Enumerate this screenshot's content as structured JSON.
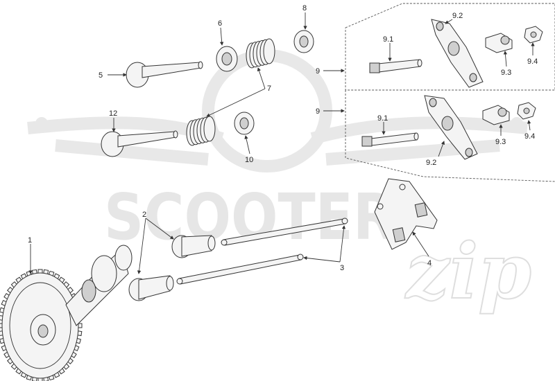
{
  "watermark": {
    "brand": "SCOOTER",
    "script": "zip"
  },
  "labels": {
    "p1": "1",
    "p2": "2",
    "p3": "3",
    "p4": "4",
    "p5": "5",
    "p6": "6",
    "p7": "7",
    "p8": "8",
    "p9a": "9",
    "p9b": "9",
    "p91a": "9.1",
    "p92a": "9.2",
    "p93a": "9.3",
    "p94a": "9.4",
    "p91b": "9.1",
    "p92b": "9.2",
    "p93b": "9.3",
    "p94b": "9.4",
    "p10": "10",
    "p12": "12"
  },
  "colors": {
    "ink": "#333333",
    "watermark": "#e6e6e6"
  }
}
